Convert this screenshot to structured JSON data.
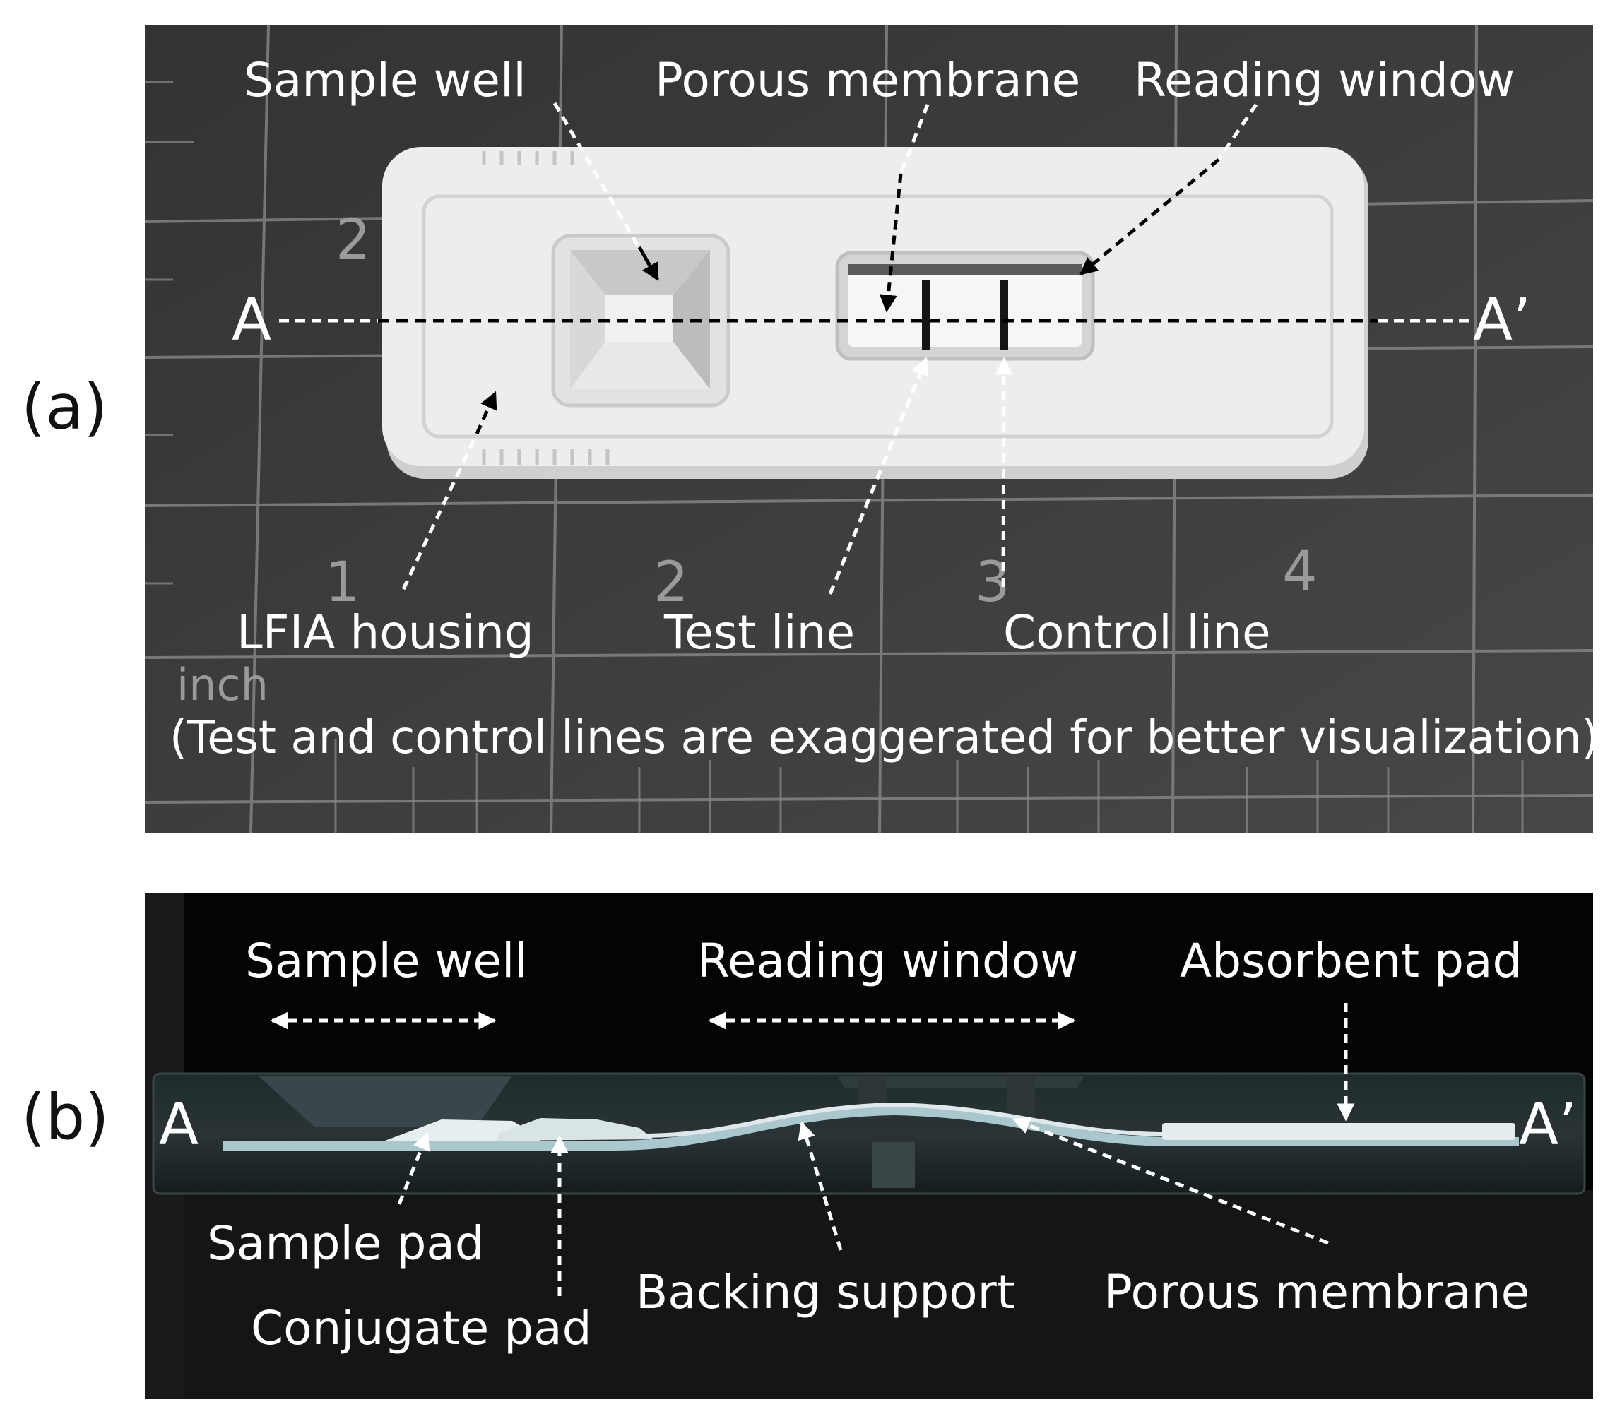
{
  "panels": {
    "a": {
      "label": "(a)",
      "callouts": {
        "sample_well": "Sample well",
        "porous_membrane": "Porous membrane",
        "reading_window": "Reading window",
        "lfia_housing": "LFIA housing",
        "test_line": "Test line",
        "control_line": "Control line"
      },
      "section_start": "A",
      "section_end": "A’",
      "note": "(Test and control lines are exaggerated for better visualization)",
      "ruler": {
        "unit": "inch",
        "numbers": [
          "1",
          "2",
          "3",
          "4"
        ],
        "side_number": "2"
      }
    },
    "b": {
      "label": "(b)",
      "callouts": {
        "sample_well": "Sample well",
        "reading_window": "Reading window",
        "absorbent_pad": "Absorbent pad",
        "sample_pad": "Sample pad",
        "conjugate_pad": "Conjugate pad",
        "backing_support": "Backing support",
        "porous_membrane": "Porous membrane"
      },
      "section_start": "A",
      "section_end": "A’"
    }
  }
}
